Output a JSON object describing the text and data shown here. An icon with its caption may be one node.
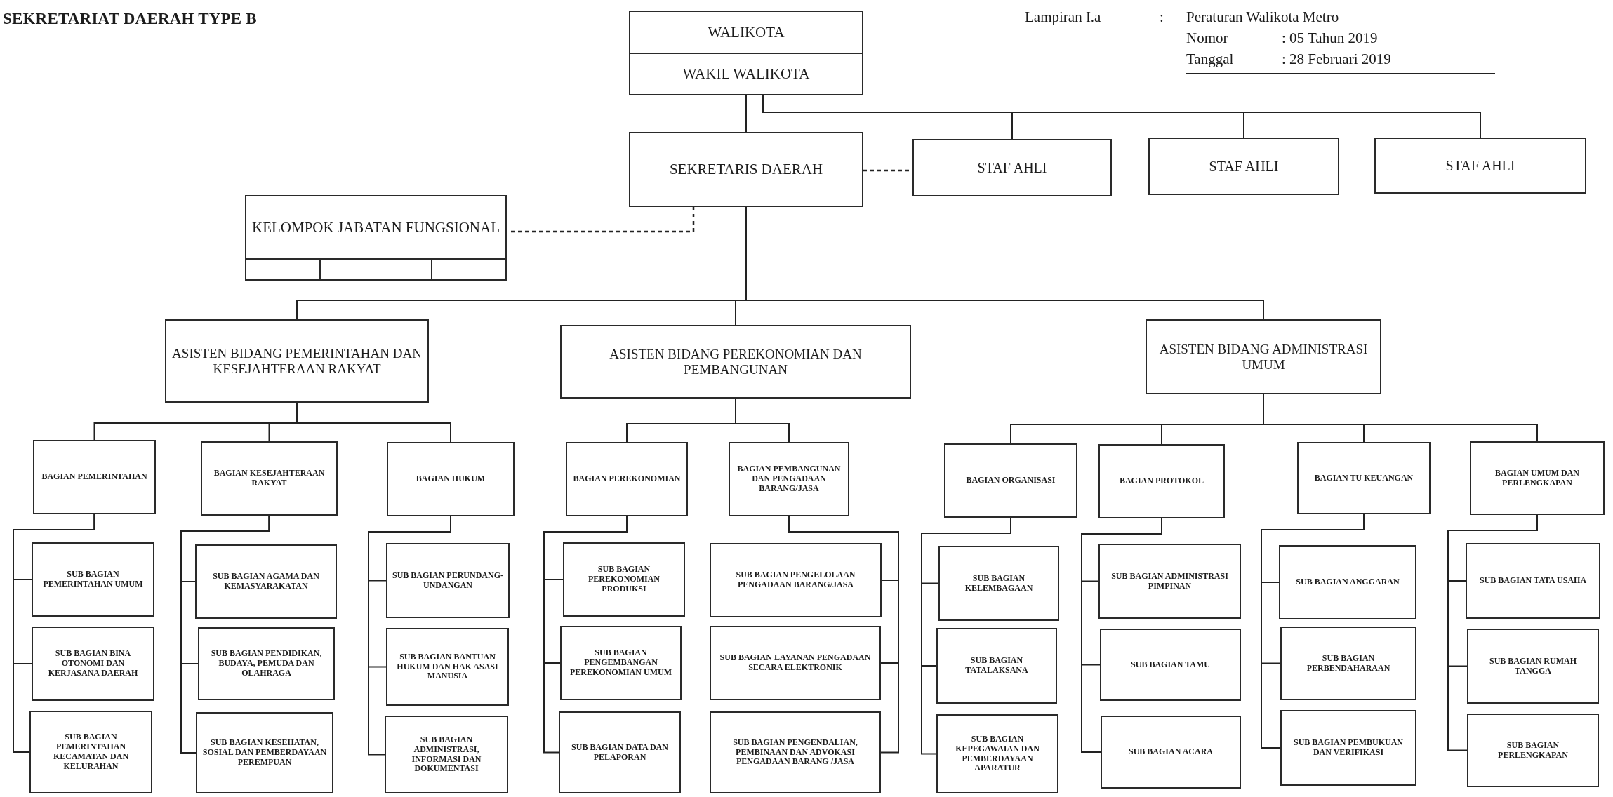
{
  "diagram": {
    "title": "SEKRETARIAT DAERAH TYPE B",
    "nodes": [
      {
        "text": [
          "WALIKOTA",
          "WAKIL WALIKOTA"
        ]
      },
      {
        "text": [
          "SEKRETARIS DAERAH"
        ]
      },
      {
        "text": [
          "STAF AHLI"
        ]
      },
      {
        "text": [
          "STAF AHLI"
        ]
      },
      {
        "text": [
          "STAF AHLI"
        ]
      },
      {
        "text": [
          "KELOMPOK JABATAN FUNGSIONAL"
        ]
      },
      {
        "text": [
          "ASISTEN BIDANG PEMERINTAHAN DAN KESEJAHTERAAN RAKYAT"
        ]
      },
      {
        "text": [
          "ASISTEN BIDANG PEREKONOMIAN DAN PEMBANGUNAN"
        ]
      },
      {
        "text": [
          "ASISTEN BIDANG ADMINISTRASI UMUM"
        ]
      },
      {
        "text": [
          "BAGIAN PEMERINTAHAN"
        ]
      },
      {
        "text": [
          "BAGIAN KESEJAHTERAAN RAKYAT"
        ]
      },
      {
        "text": [
          "BAGIAN HUKUM"
        ]
      },
      {
        "text": [
          "SUB BAGIAN PEMERINTAHAN UMUM"
        ]
      },
      {
        "text": [
          "SUB BAGIAN BINA OTONOMI DAN KERJASANA DAERAH"
        ]
      },
      {
        "text": [
          "SUB BAGIAN PEMERINTAHAN KECAMATAN DAN KELURAHAN"
        ]
      },
      {
        "text": [
          "SUB BAGIAN AGAMA DAN KEMASYARAKATAN"
        ]
      },
      {
        "text": [
          "SUB BAGIAN PENDIDIKAN, BUDAYA, PEMUDA DAN OLAHRAGA"
        ]
      },
      {
        "text": [
          "SUB BAGIAN KESEHATAN, SOSIAL DAN PEMBERDAYAAN PEREMPUAN"
        ]
      },
      {
        "text": [
          "SUB BAGIAN PERUNDANG-UNDANGAN"
        ]
      },
      {
        "text": [
          "SUB BAGIAN BANTUAN HUKUM DAN HAK ASASI MANUSIA"
        ]
      },
      {
        "text": [
          "SUB BAGIAN ADMINISTRASI, INFORMASI DAN DOKUMENTASI"
        ]
      },
      {
        "text": [
          "BAGIAN PEREKONOMIAN"
        ]
      },
      {
        "text": [
          "BAGIAN PEMBANGUNAN DAN PENGADAAN BARANG/JASA"
        ]
      },
      {
        "text": [
          "SUB BAGIAN PEREKONOMIAN PRODUKSI"
        ]
      },
      {
        "text": [
          "SUB BAGIAN PENGEMBANGAN PEREKONOMIAN UMUM"
        ]
      },
      {
        "text": [
          "SUB BAGIAN DATA DAN PELAPORAN"
        ]
      },
      {
        "text": [
          "SUB BAGIAN PENGELOLAAN PENGADAAN BARANG/JASA"
        ]
      },
      {
        "text": [
          "SUB BAGIAN LAYANAN PENGADAAN SECARA ELEKTRONIK"
        ]
      },
      {
        "text": [
          "SUB BAGIAN PENGENDALIAN, PEMBINAAN DAN ADVOKASI PENGADAAN BARANG /JASA"
        ]
      },
      {
        "text": [
          "BAGIAN ORGANISASI"
        ]
      },
      {
        "text": [
          "BAGIAN PROTOKOL"
        ]
      },
      {
        "text": [
          "BAGIAN TU KEUANGAN"
        ]
      },
      {
        "text": [
          "BAGIAN UMUM DAN PERLENGKAPAN"
        ]
      },
      {
        "text": [
          "SUB BAGIAN KELEMBAGAAN"
        ]
      },
      {
        "text": [
          "SUB BAGIAN TATALAKSANA"
        ]
      },
      {
        "text": [
          "SUB BAGIAN KEPEGAWAIAN DAN PEMBERDAYAAN APARATUR"
        ]
      },
      {
        "text": [
          "SUB BAGIAN ADMINISTRASI PIMPINAN"
        ]
      },
      {
        "text": [
          "SUB BAGIAN TAMU"
        ]
      },
      {
        "text": [
          "SUB BAGIAN ACARA"
        ]
      },
      {
        "text": [
          "SUB BAGIAN ANGGARAN"
        ]
      },
      {
        "text": [
          "SUB BAGIAN PERBENDAHARAAN"
        ]
      },
      {
        "text": [
          "SUB BAGIAN PEMBUKUAN DAN VERIFIKASI"
        ]
      },
      {
        "text": [
          "SUB BAGIAN TATA USAHA"
        ]
      },
      {
        "text": [
          "SUB BAGIAN RUMAH TANGGA"
        ]
      },
      {
        "text": [
          "SUB BAGIAN PERLENGKAPAN"
        ]
      }
    ],
    "edges": [
      {
        "from": 0,
        "to": 1,
        "arrow": "none"
      },
      {
        "from": 0,
        "to": 2,
        "arrow": "none"
      },
      {
        "from": 0,
        "to": 3,
        "arrow": "none"
      },
      {
        "from": 0,
        "to": 4,
        "arrow": "none"
      },
      {
        "from": 1,
        "to": 2,
        "arrow": "none",
        "style": "dashed"
      },
      {
        "from": 1,
        "to": 5,
        "arrow": "none",
        "style": "dashed"
      },
      {
        "from": 1,
        "to": 6,
        "arrow": "none"
      },
      {
        "from": 1,
        "to": 7,
        "arrow": "none"
      },
      {
        "from": 1,
        "to": 8,
        "arrow": "none"
      },
      {
        "from": 6,
        "to": 9,
        "arrow": "none"
      },
      {
        "from": 6,
        "to": 10,
        "arrow": "none"
      },
      {
        "from": 6,
        "to": 11,
        "arrow": "none"
      },
      {
        "from": 9,
        "to": 12,
        "arrow": "none"
      },
      {
        "from": 9,
        "to": 13,
        "arrow": "none"
      },
      {
        "from": 9,
        "to": 14,
        "arrow": "none"
      },
      {
        "from": 10,
        "to": 15,
        "arrow": "none"
      },
      {
        "from": 10,
        "to": 16,
        "arrow": "none"
      },
      {
        "from": 10,
        "to": 17,
        "arrow": "none"
      },
      {
        "from": 11,
        "to": 18,
        "arrow": "none"
      },
      {
        "from": 11,
        "to": 19,
        "arrow": "none"
      },
      {
        "from": 11,
        "to": 20,
        "arrow": "none"
      },
      {
        "from": 7,
        "to": 21,
        "arrow": "none"
      },
      {
        "from": 7,
        "to": 22,
        "arrow": "none"
      },
      {
        "from": 21,
        "to": 23,
        "arrow": "none"
      },
      {
        "from": 21,
        "to": 24,
        "arrow": "none"
      },
      {
        "from": 21,
        "to": 25,
        "arrow": "none"
      },
      {
        "from": 22,
        "to": 26,
        "arrow": "none"
      },
      {
        "from": 22,
        "to": 27,
        "arrow": "none"
      },
      {
        "from": 22,
        "to": 28,
        "arrow": "none"
      },
      {
        "from": 8,
        "to": 29,
        "arrow": "none"
      },
      {
        "from": 8,
        "to": 30,
        "arrow": "none"
      },
      {
        "from": 8,
        "to": 31,
        "arrow": "none"
      },
      {
        "from": 8,
        "to": 32,
        "arrow": "none"
      },
      {
        "from": 29,
        "to": 33,
        "arrow": "none"
      },
      {
        "from": 29,
        "to": 34,
        "arrow": "none"
      },
      {
        "from": 29,
        "to": 35,
        "arrow": "none"
      },
      {
        "from": 30,
        "to": 36,
        "arrow": "none"
      },
      {
        "from": 30,
        "to": 37,
        "arrow": "none"
      },
      {
        "from": 30,
        "to": 38,
        "arrow": "none"
      },
      {
        "from": 31,
        "to": 39,
        "arrow": "none"
      },
      {
        "from": 31,
        "to": 40,
        "arrow": "none"
      },
      {
        "from": 31,
        "to": 41,
        "arrow": "none"
      },
      {
        "from": 32,
        "to": 42,
        "arrow": "none"
      },
      {
        "from": 32,
        "to": 43,
        "arrow": "none"
      },
      {
        "from": 32,
        "to": 44,
        "arrow": "none"
      }
    ],
    "labels": [
      "Lampiran I.a",
      ":",
      "Peraturan Walikota Metro",
      "Nomor",
      ": 05 Tahun 2019",
      "Tanggal",
      ": 28 Februari 2019"
    ]
  }
}
